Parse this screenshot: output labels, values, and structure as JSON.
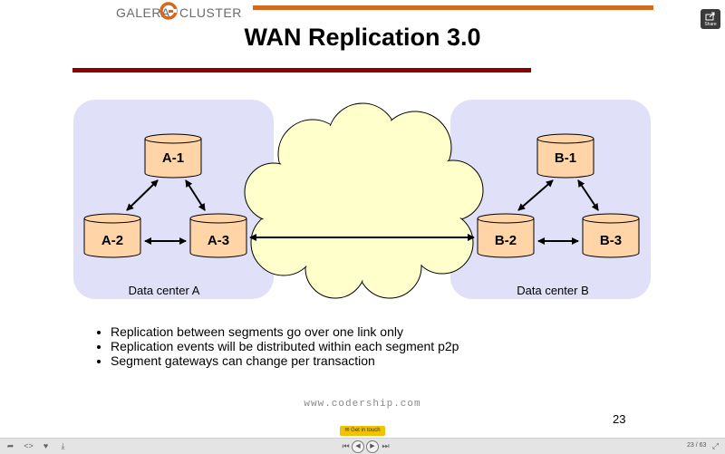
{
  "logo": {
    "left": "GALERA",
    "right": "CLUSTER"
  },
  "slide": {
    "title": "WAN Replication 3.0",
    "datacenters": [
      {
        "label": "Data center A",
        "nodes": [
          "A-1",
          "A-2",
          "A-3"
        ]
      },
      {
        "label": "Data center B",
        "nodes": [
          "B-1",
          "B-2",
          "B-3"
        ]
      }
    ],
    "bullets": [
      "Replication between segments go over one link only",
      "Replication events will be distributed within each segment p2p",
      "Segment gateways can change per transaction"
    ],
    "website": "www.codership.com",
    "page_number": "23"
  },
  "share": {
    "label": "Share"
  },
  "cta": {
    "label": "Get in touch"
  },
  "toolbar": {
    "page_counter": "23 / 63"
  },
  "icons": [
    "share-icon",
    "embed-icon",
    "like-icon",
    "download-icon",
    "first-slide-icon",
    "prev-slide-icon",
    "next-slide-icon",
    "last-slide-icon",
    "fullscreen-icon"
  ],
  "colors": {
    "datacenter_fill": "#e0e0f8",
    "node_fill": "#ffd5a8",
    "cloud_fill": "#ffffcc",
    "orange_bar": "#d2691e",
    "red_bar": "#8b0000",
    "cta_fill": "#f2c200"
  }
}
